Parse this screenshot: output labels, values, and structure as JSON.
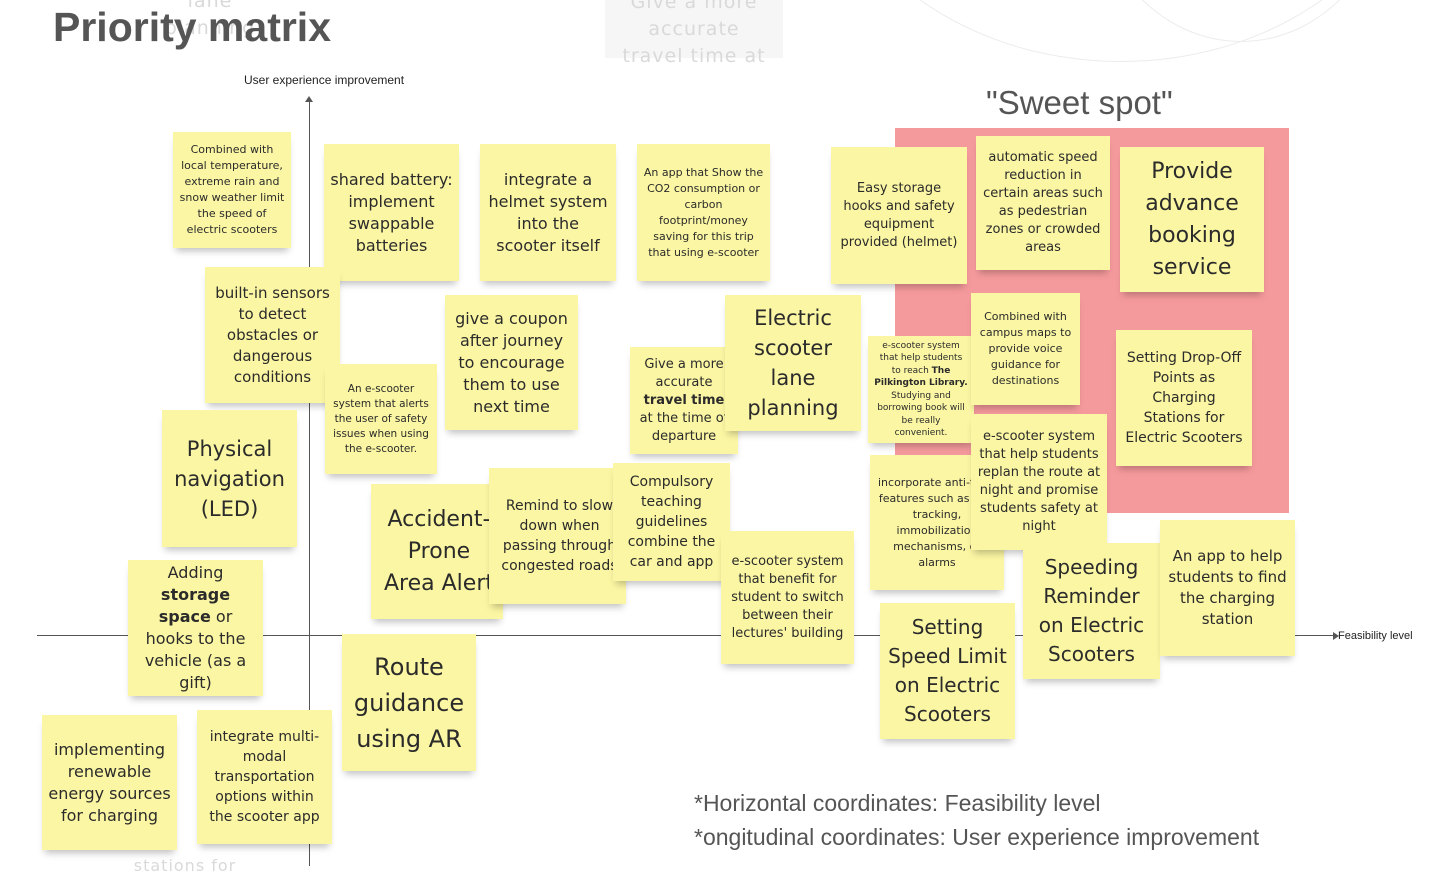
{
  "title": "Priority matrix",
  "axes": {
    "y_label": "User experience improvement",
    "x_label": "Feasibility level"
  },
  "sweet_spot_label": "\"Sweet spot\"",
  "footnotes": {
    "line1": "*Horizontal coordinates: Feasibility level",
    "line2": "*ongitudinal coordinates: User experience improvement"
  },
  "ghost_text": {
    "top_left": "lane planning",
    "top_mid_1": "Give a more",
    "top_mid_2": "accurate",
    "top_mid_3": "travel time at",
    "bottom_left": "stations for"
  },
  "notes": {
    "n1": "Combined with local temperature, extreme rain and snow weather limit the speed of electric scooters",
    "n2": "shared battery: implement swappable batteries",
    "n3": "integrate a helmet system into the scooter itself",
    "n4": "An app that Show the CO2 consumption or carbon footprint/money saving for this trip that using e-scooter",
    "n5": "Easy storage hooks and safety equipment provided (helmet)",
    "n6": "automatic speed reduction in certain areas such as pedestrian zones or crowded areas",
    "n7": "Provide advance booking service",
    "n8": "built-in sensors to detect obstacles or dangerous conditions",
    "n9": "give a coupon after journey to encourage them to use next time",
    "n10a": "Give a more accurate ",
    "n10b": "travel time",
    "n10c": " at the time of departure",
    "n11": "Electric scooter lane planning",
    "n12a": "e-scooter system that help students to reach ",
    "n12b": "The Pilkington Library.",
    "n12c": " Studying and borrowing book will be really convenient.",
    "n13": "Combined with campus maps to provide voice guidance for destinations",
    "n14": "Setting Drop-Off Points as Charging Stations for Electric Scooters",
    "n15": "An e-scooter system that alerts the user of safety issues when using the e-scooter.",
    "n16": "Physical navigation (LED)",
    "n17": "Accident-Prone Area Alert",
    "n18": "Remind to slow down when passing through congested roads",
    "n19": "Compulsory teaching guidelines combine the car and app",
    "n20": "incorporate anti-theft features such as GPS tracking, immobilization mechanisms, or alarms",
    "n21": "e-scooter system that help students replan the route at night and promise students safety at night",
    "n22": "e-scooter system that benefit for student to switch between their lectures' building",
    "n23": "Speeding Reminder on Electric Scooters",
    "n24": "An app to help students to find the charging station",
    "n25a": "Adding ",
    "n25b": "storage space",
    "n25c": " or hooks to the vehicle (as a gift)",
    "n26": "Route guidance using AR",
    "n27": "Setting Speed Limit on Electric Scooters",
    "n28": "implementing renewable energy sources for charging",
    "n29": "integrate multi-modal transportation options within the scooter app"
  },
  "colors": {
    "sticky_note": "#fbf6a3",
    "sweet_spot": "#f59a9c",
    "title": "#555555"
  }
}
